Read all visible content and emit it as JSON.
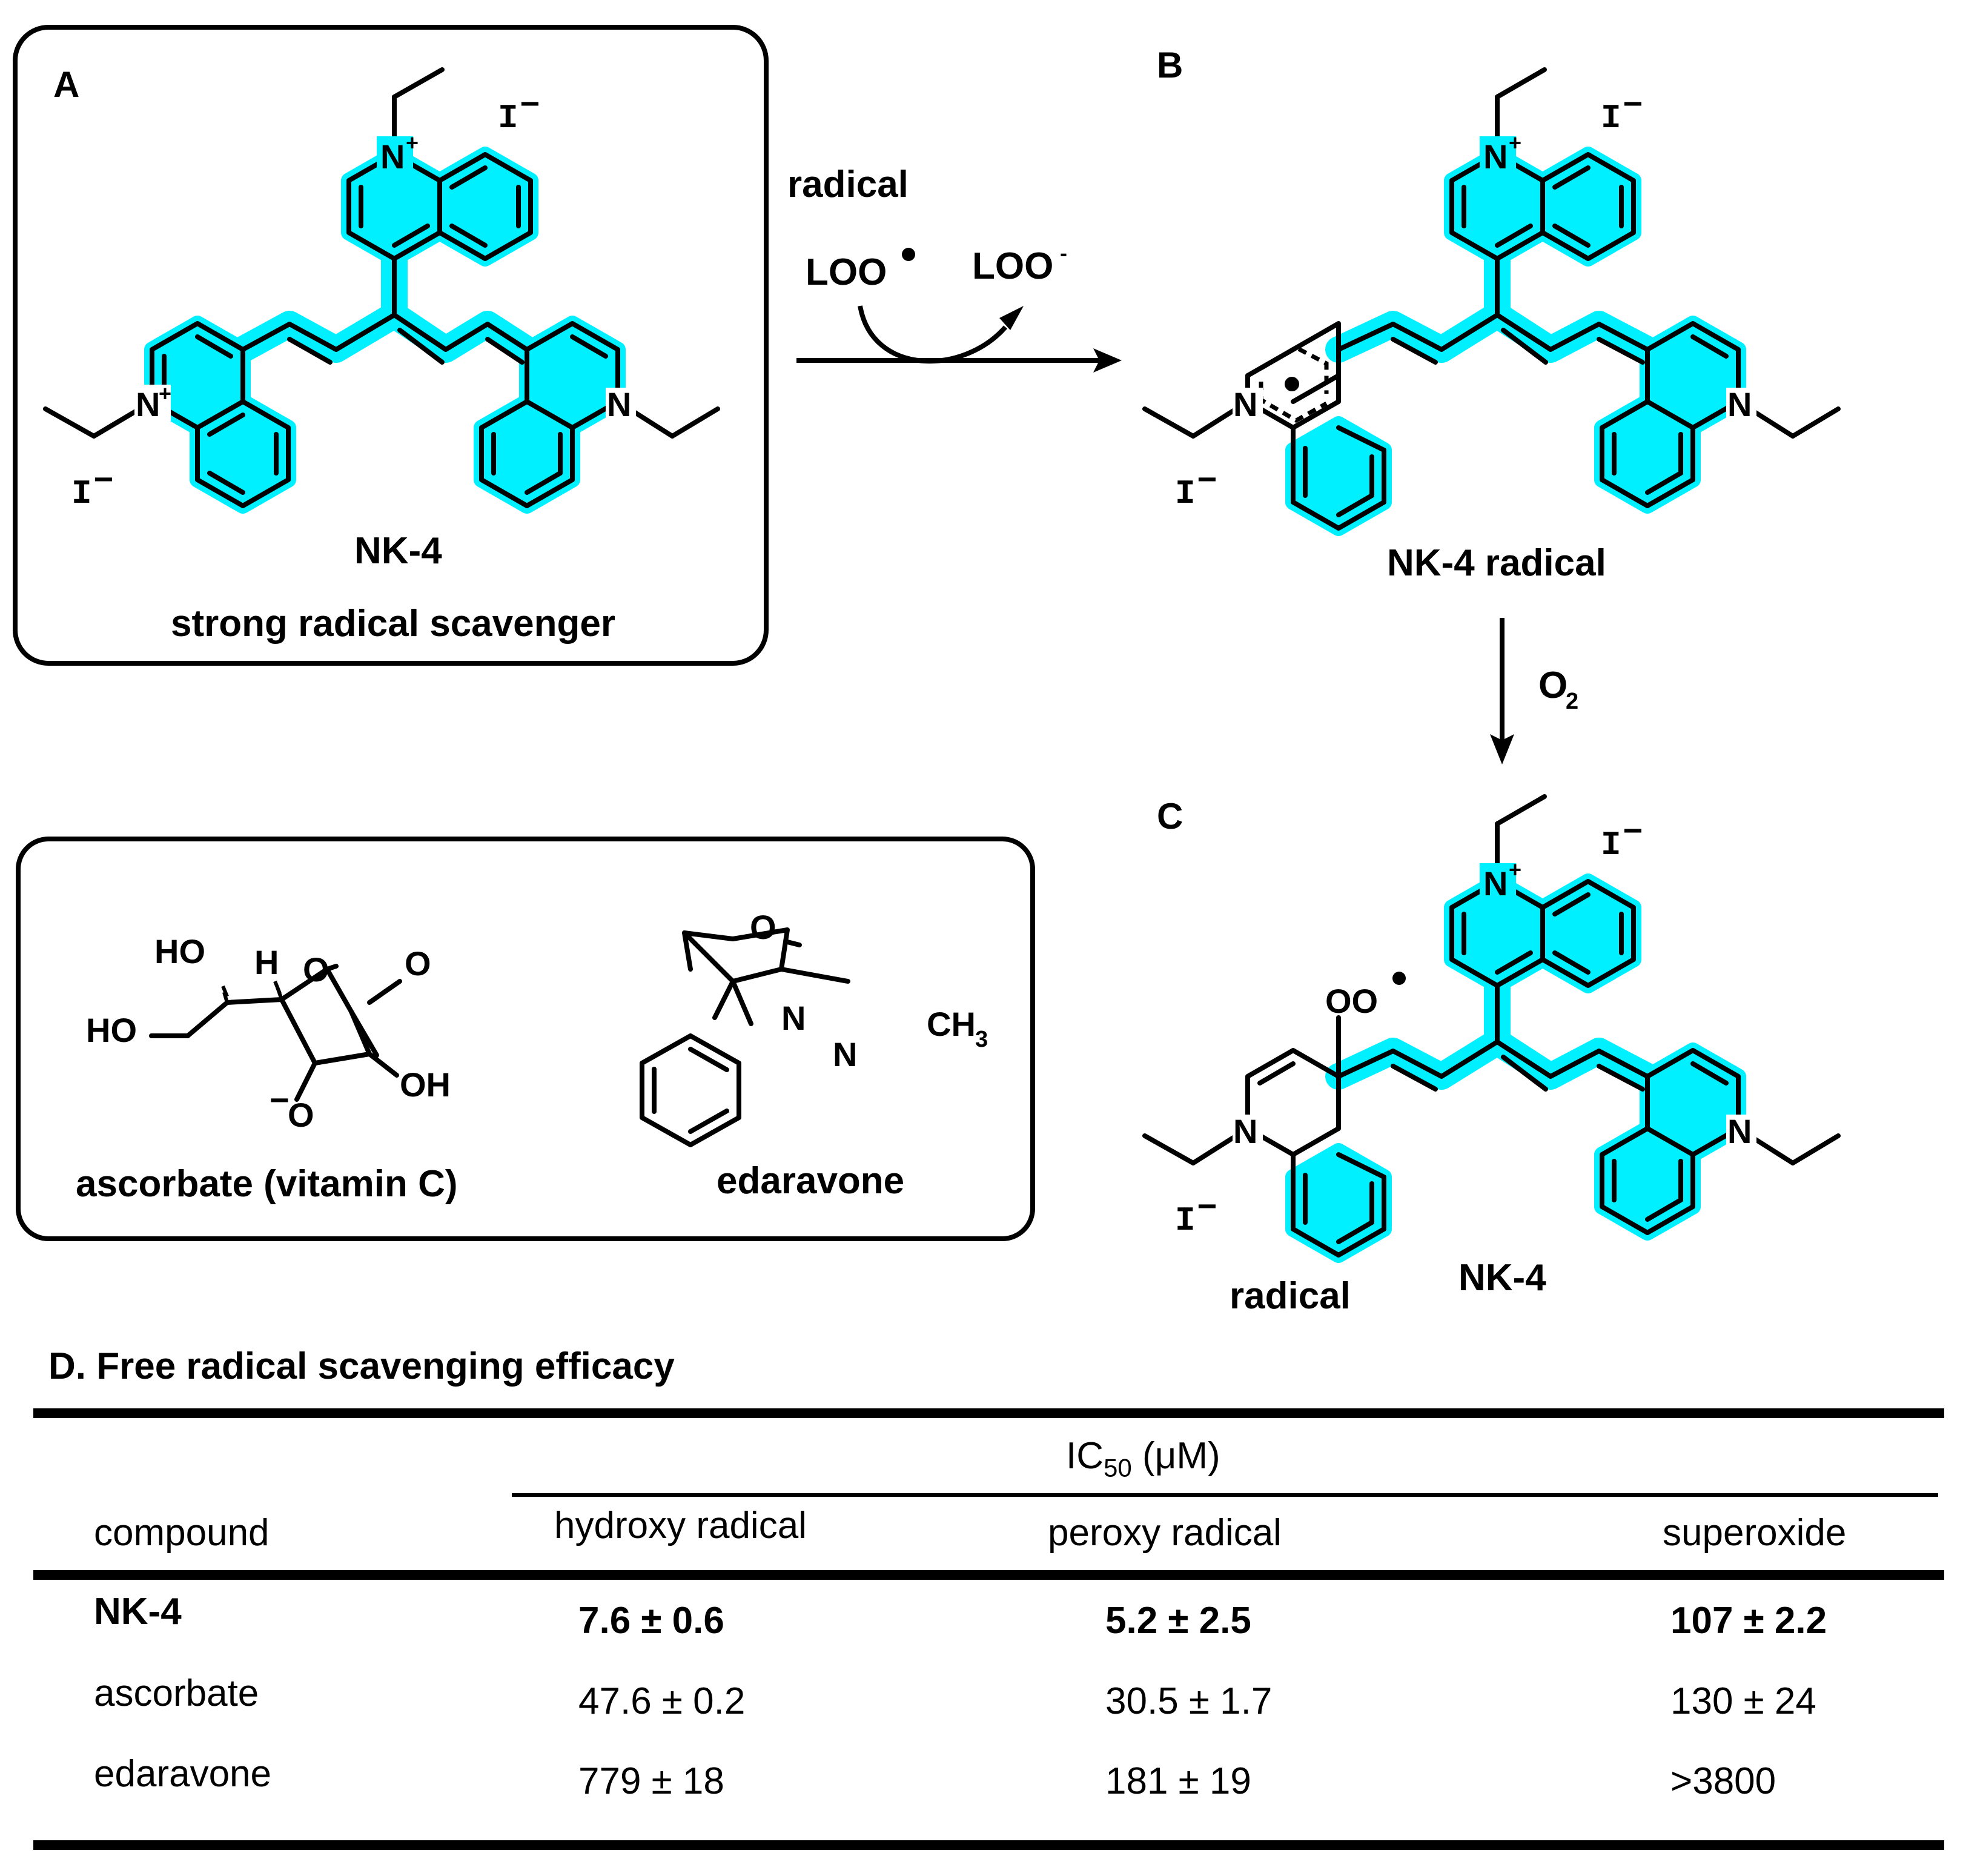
{
  "panels": {
    "a": {
      "letter": "A",
      "compound_name": "NK-4",
      "caption": "strong radical scavenger"
    },
    "b": {
      "letter": "B",
      "caption": "NK-4 radical"
    },
    "c": {
      "letter": "C",
      "caption_left": "radical",
      "caption_right": "NK-4",
      "peroxyl_label": "OO"
    }
  },
  "reaction": {
    "arrow_label": "radical",
    "reactant": "LOO",
    "product": "LOO",
    "product_charge": "-",
    "vertical_reagent": "O",
    "vertical_reagent_sub": "2"
  },
  "atoms": {
    "nitrogen": "N",
    "plus": "+",
    "iodide": "I",
    "minus": "−",
    "oxygen": "O",
    "hydroxyl": "HO",
    "hydroxyl_right": "OH",
    "hydrogen": "H",
    "methyl": "CH",
    "methyl_sub": "3"
  },
  "comparators": {
    "ascorbate_label": "ascorbate (vitamin C)",
    "edaravone_label": "edaravone"
  },
  "table": {
    "title": "D. Free radical scavenging efficacy",
    "group_header": "IC",
    "group_header_sub": "50",
    "group_header_unit": " (μM)",
    "columns": [
      "compound",
      "hydroxy radical",
      "peroxy radical",
      "superoxide"
    ],
    "rows": [
      {
        "compound": "NK-4",
        "hydroxy": "7.6 ± 0.6",
        "peroxy": "5.2 ± 2.5",
        "superoxide": "107 ± 2.2",
        "bold": true
      },
      {
        "compound": "ascorbate",
        "hydroxy": "47.6 ± 0.2",
        "peroxy": "30.5 ± 1.7",
        "superoxide": "130 ± 24",
        "bold": false
      },
      {
        "compound": "edaravone",
        "hydroxy": "779 ± 18",
        "peroxy": "181 ± 19",
        "superoxide": ">3800",
        "bold": false
      }
    ]
  },
  "colors": {
    "highlight": "#00f0ff",
    "ink": "#000000"
  }
}
